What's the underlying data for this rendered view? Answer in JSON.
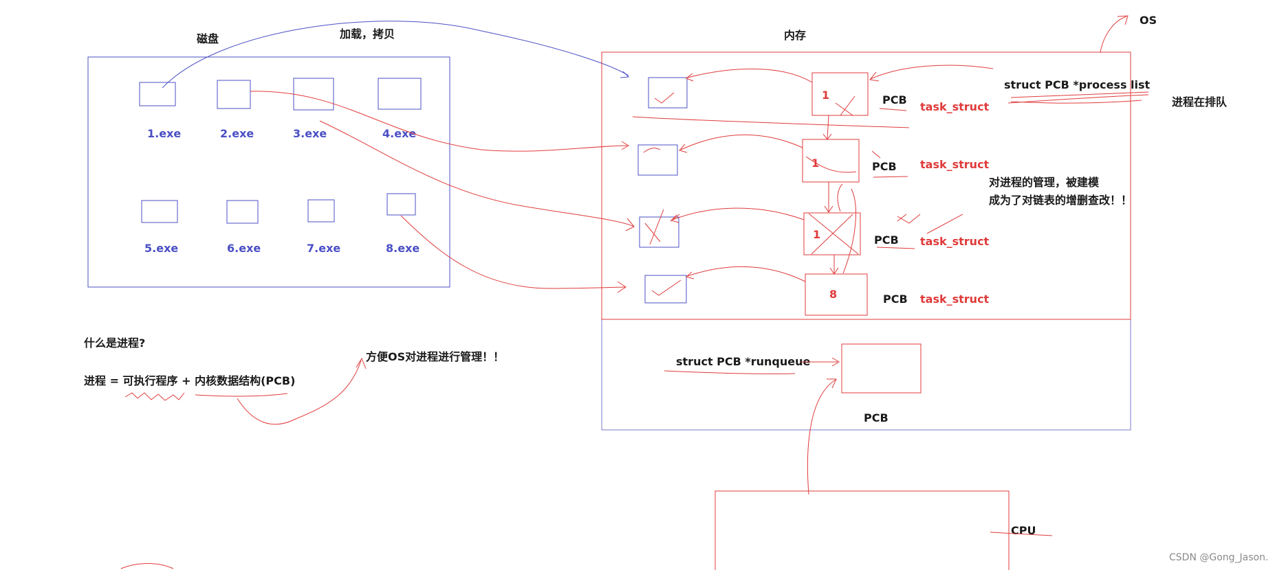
{
  "disk": {
    "title": "磁盘",
    "files": [
      "1.exe",
      "2.exe",
      "3.exe",
      "4.exe",
      "5.exe",
      "6.exe",
      "7.exe",
      "8.exe"
    ]
  },
  "load_copy_label": "加载，拷贝",
  "memory": {
    "title": "内存",
    "os_label": "OS",
    "pcb_nodes": [
      {
        "number": "1",
        "pcb_label": "PCB",
        "struct_label": "task_struct"
      },
      {
        "number": "1",
        "pcb_label": "PCB",
        "struct_label": "task_struct"
      },
      {
        "number": "1",
        "pcb_label": "PCB",
        "struct_label": "task_struct"
      },
      {
        "number": "8",
        "pcb_label": "PCB",
        "struct_label": "task_struct"
      }
    ],
    "process_list_label": "struct PCB *process list",
    "queue_note": "进程在排队",
    "management_note_line1": "对进程的管理，被建模",
    "management_note_line2": "成为了对链表的增删查改！！",
    "runqueue_label": "struct PCB *runqueue",
    "runqueue_pcb_label": "PCB"
  },
  "question": "什么是进程?",
  "formula": "进程  = 可执行程序 + 内核数据结构(PCB)",
  "formula_note": "方便OS对进程进行管理！！",
  "cpu_label": "CPU",
  "watermark": "CSDN @Gong_Jason.",
  "colors": {
    "blue": "#4a4fc4",
    "red": "#e03a3a",
    "text": "#1a1a1a"
  }
}
